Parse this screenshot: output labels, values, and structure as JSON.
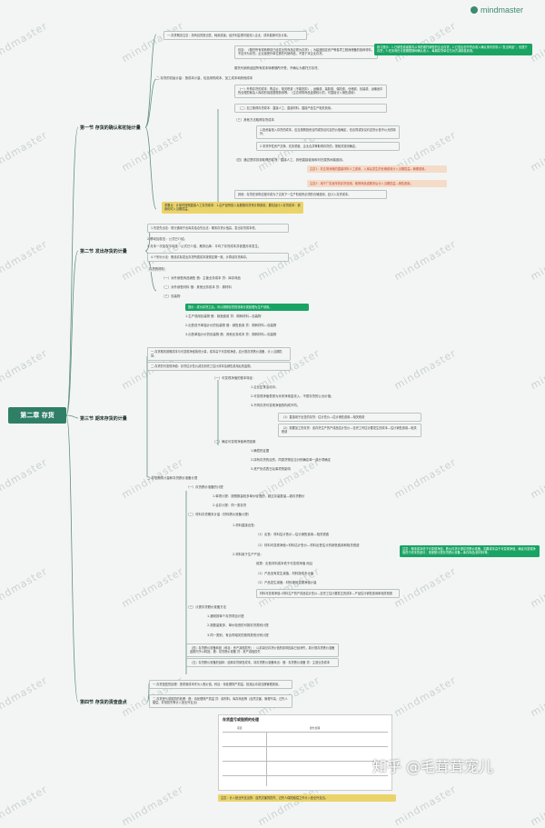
{
  "brand": "mindmaster",
  "watermark": "mindmaster",
  "root": "第二章 存货",
  "sections": [
    {
      "key": "s1",
      "title": "第一节 存货的确认和初始计量"
    },
    {
      "key": "s2",
      "title": "第二节 发出存货的计量"
    },
    {
      "key": "s3",
      "title": "第三节 期末存货的计量"
    },
    {
      "key": "s4",
      "title": "第四节 存货的清查盘点"
    }
  ],
  "s1": {
    "n1": "一.存货概念注意：持有目的是出售、耗用或者；经济利益很可能流入企业、成本能够可靠计量。",
    "n2": "包括：《随货所有权转移前已经发出的商品应视为存货》；为建造固定资产等各项工程而储备的各种材料，不应作为存货；企业接受外单位委托代销商品，不属于本企业存货。",
    "n3": "委托代销商品因所有权未转移随所不受，不确认为委托方存货。",
    "tip": "练习提示：1.已销售或者集内从事的委托销售的企业存货；2.已发出但不符合收入确认条件的存入“发出商品”，也属于存货；3.任务商在计提期限期间确认收入，每期存货单位付对方减除各费用。",
    "n4": "二.存货的初始计量：按成本计量，包括采购成本、加工成本和其他成本",
    "n5": "（一）外购存货的成本：购买价、相关税费（不能抵扣）、运输费、装卸费、保险费、仓储费、包装费、运输途中的合理损耗及入库前的挑选整理费用等。（注意采购商品金额较小的，可直接计入销售费用）",
    "n6": "（二）加工取得存货成本：直接人工、直接材料、直接产品生产相关费用。",
    "n7": "（三）其他方法取得存货成本",
    "n8": "1.投资者投入存货的成本，应当按照投资合同或协议约定的价值确定，但合同或协议约定的价值不公允的除外。",
    "n9": "2.非货币性资产交换、债务重组、企业合并等取得存货的，按相关准则确定。",
    "n10": "（四）通过提供劳务取得的存货：直接人工、其他直接费用和可归属的间接费用。",
    "p1": "注意1：非正常消耗的直接材料人工费用，入库后发生的仓储费用计入当期损益—管理费用。",
    "p2": "注意2：用于广告宣传的存货领用，取得商品或服务后计入当期损益—销售费用。",
    "n11": "其他：存货在采购过程中成为了达到下一生产阶段所必须的仓储费用，应计入存货成本。",
    "y1": "重要点：计量时按照直接人工存货成本：1.由产品所投入及数额存货来计算费用，要包括计入存货成本：费用化时入当期损益。"
  },
  "s2": {
    "n1": "1.先进先出法：现行通用于出库并结合先出法：期末存货价值高，发出存货成本低。",
    "n2": "2.移动加权法：公式已介绍。",
    "n3": "3.月末一次加权平均法：公式已介绍，期末出库：平均了存货成本并依据月末发生。",
    "n4": "4.个别计价法：假设实际发出存货所属成本按规定期一致，计算该存货库存。",
    "label": "存货的材料",
    "m1": "（一）对外销售商品销售   借：主营业务成本   贷：库存商品",
    "m2": "（二）对外销售材料   借：其他业务成本   贷：原材料",
    "m3": "（三）包装物",
    "g1": "提示：成为存货之后，可以按照存货的流转分类处理为生产领用。",
    "g2": "1.生产领用包装物   借：制造费用   贷：周转材料—包装物",
    "g3": "2.出售但不单独计价的包装物   借：销售费用   贷：周转材料—包装物",
    "g4": "3.出售单独计价的包装物   借：其他业务成本   贷：周转材料—包装物"
  },
  "s3": {
    "n1": "一.存货期末按照成本与可变现净值孰低计量，成本高于可变现净值，应计提存货跌价准备，计入当期损益。",
    "n2": "二.存货的可变现净值：存货估计售价减去到完工估计成本及销售费用后的金额。",
    "n3": "（一）可变现净值的基本特征：",
    "n4": "1.企业正常活动中；",
    "n5": "2.可变现净值表现为未来净现金流入，不是存货的公允价值；",
    "n6": "3.不同存货可变现净值的构成不同。",
    "n7": "（1）直接用于出售的存货：估计售价—估计销售费用—相关税费",
    "n8": "（2）需要加工的存货：该存货生产的产成品估计售价—至完工时估计要发生的成本—估计销售费用—相关税费",
    "n9": "（二）确定可变现净值考虑因素",
    "n10": "1.确凿的证据",
    "n11": "2.持有存货的目的，同类货物应当分别确定单一或分项确定",
    "n12": "3.资产负债表日后事项的影响",
    "n13": "三.存货期末计量和存货跌价准备计提",
    "n14": "（一）存货跌价准备的计提",
    "n15": "1.单项计提：按照数量较多单价较低的，超过存量数量—超存货跌价",
    "n16": "2.合并计提：同一类存货",
    "n17": "（二）材料存货期末计量（材料跌价准备计提）",
    "n18": "1.材料直接出售：",
    "n19": "（1）出售：材料估计售价—估计销售费用—相关税费",
    "n20": "（2）材料可变现净值=材料估计售价—材料出售估计的销售费用和相关税费",
    "n21": "2.材料用于生产产品：",
    "n22": "前提：出售材料成本低于可变现净值 而且",
    "n23": "（1）产品没有发生减值，材料按成本计量",
    "n24": "（2）产品发生减值：材料按可变现净值计量",
    "n25": "材料可变现净值=材料生产的产成品估计售价—至完工估计要发生的成本—产品估计销售费用和相关税费",
    "green": "注意：期末成本低于可变现净值，跌价存货计提存货跌价准备，如果成本高于可变现净值，确定可变现净值低于成本的部分，按差额计提存货跌价准备—库存商品/原材料等。",
    "n26": "（三）计提存货跌价准备方法",
    "n27": "1.通常按单个存货项目计提",
    "n28": "2.按数量繁多、单价较低的可按存货类别计提",
    "n29": "3.同一类别，有合同相关的按同类别分别计提",
    "n30": "（四）存货跌价准备转回（科目：资产减值损失）：以前减记存货价值的影响因素已经消失，原计提存货跌价准备金额内予以转回，借：存货跌价准备 贷：资产减值损失",
    "n31": "（五）存货跌价准备的结转：结转存货销售成本，将存货跌价准备转出：借：存货跌价准备 贷：主营业务成本"
  },
  "s4": {
    "n1": "一.存货盘盈的处理：按重置成本作为入账价值，科目：待处理财产损溢，批准后冲减当期管理费用。",
    "n2": "二.存货盘亏或毁损的处理：借：待处理财产损溢   贷：原材料、库存商品等（自然灾害、管理不善、过失人赔偿、非常损失等计入营业外支出）",
    "tableTitle": "存货盘亏或毁损的处理",
    "tableHead": [
      "项目",
      "账务处理"
    ],
    "note": "注意：计入营业外支出的：自然灾害的损失、过失人保险赔偿之外计入营业外支出。"
  },
  "zhihu": "知乎 @毛茸茸宠儿"
}
